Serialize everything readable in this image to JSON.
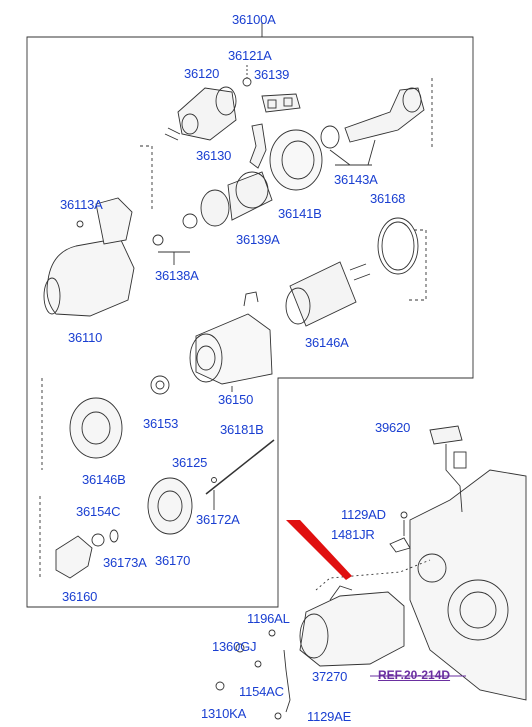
{
  "diagram": {
    "labels": {
      "l36100A": "36100A",
      "l36121A": "36121A",
      "l36120": "36120",
      "l36139": "36139",
      "l36130": "36130",
      "l36143A": "36143A",
      "l36113A": "36113A",
      "l36141B": "36141B",
      "l36168": "36168",
      "l36139A": "36139A",
      "l36138A": "36138A",
      "l36110": "36110",
      "l36146A": "36146A",
      "l36150": "36150",
      "l36153": "36153",
      "l36146B": "36146B",
      "l36181B": "36181B",
      "l36125": "36125",
      "l36172A": "36172A",
      "l36154C": "36154C",
      "l36173A": "36173A",
      "l36170": "36170",
      "l36160": "36160",
      "l39620": "39620",
      "l1129AD": "1129AD",
      "l1481JR": "1481JR",
      "l1196AL": "1196AL",
      "l1360GJ": "1360GJ",
      "l37270": "37270",
      "l1154AC": "1154AC",
      "l1310KA": "1310KA",
      "l1129AE": "1129AE"
    },
    "reference": "REF.20-214D",
    "colors": {
      "label": "#1a3fd1",
      "reference": "#6a2fa0",
      "arrow": "#e01010",
      "line": "#333333"
    }
  }
}
